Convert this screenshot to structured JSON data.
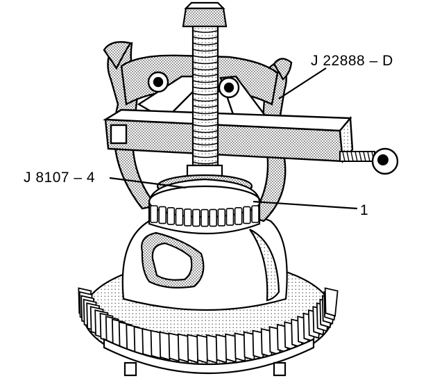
{
  "labels": {
    "puller": "J 22888 – D",
    "adapter": "J 8107 – 4",
    "bearing": "1"
  },
  "colors": {
    "ink": "#000000",
    "paper": "#ffffff",
    "shade": "#c8c8c8"
  }
}
